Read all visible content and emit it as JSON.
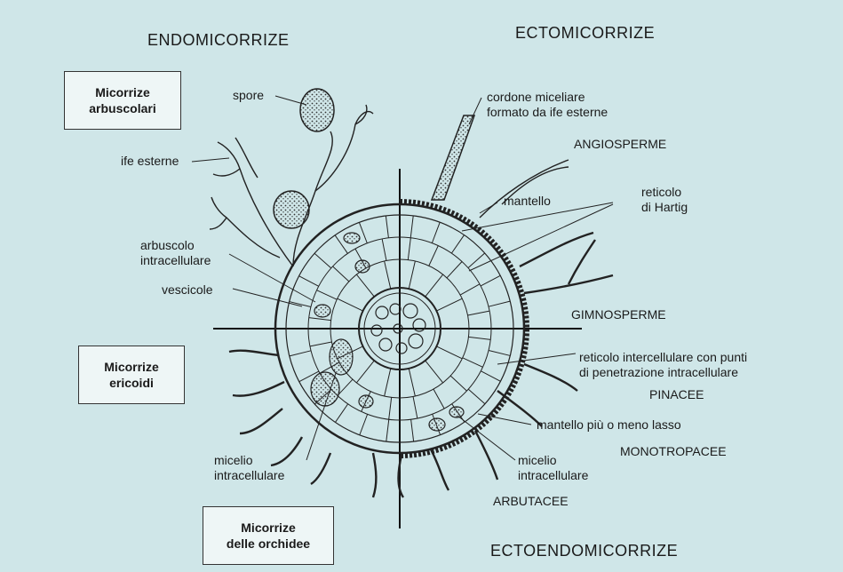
{
  "headings": {
    "endo": "ENDOMICORRIZE",
    "ecto": "ECTOMICORRIZE",
    "ectoendo": "ECTOENDOMICORRIZE"
  },
  "boxes": {
    "arbuscular": [
      "Micorrize",
      "arbuscolari"
    ],
    "ericoid": [
      "Micorrize",
      "ericoidi"
    ],
    "orchid": [
      "Micorrize",
      "delle orchidee"
    ]
  },
  "labels": {
    "spore": "spore",
    "hyphae": "ife esterne",
    "arbuscule": [
      "arbuscolo",
      "intracellulare"
    ],
    "vesicles": "vescicole",
    "mycelium_left": [
      "micelio",
      "intracellulare"
    ],
    "cord": [
      "cordone miceliare",
      "formato da ife esterne"
    ],
    "angiosperms": "ANGIOSPERME",
    "mantle": "mantello",
    "hartig": [
      "reticolo",
      "di Hartig"
    ],
    "gymnosperms": "GIMNOSPERME",
    "intercellular": [
      "reticolo intercellulare con punti",
      "di penetrazione intracellulare"
    ],
    "pinaceae": "PINACEE",
    "loose_mantle": "mantello più o meno lasso",
    "monotropaceae": "MONOTROPACEE",
    "mycelium_right": [
      "micelio",
      "intracellulare"
    ],
    "arbutaceae": "ARBUTACEE"
  },
  "colors": {
    "background": "#cfe6e8",
    "box_fill": "#eef6f6",
    "ink": "#1a1a1a"
  }
}
